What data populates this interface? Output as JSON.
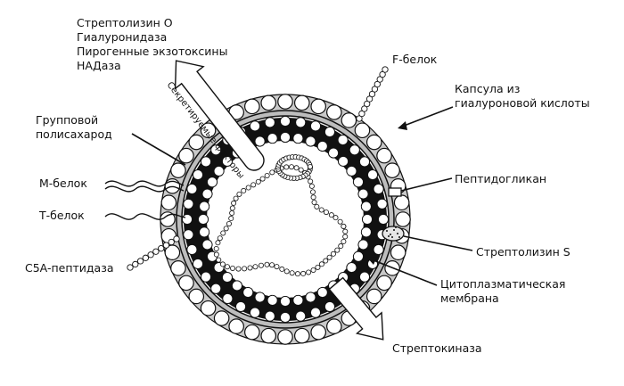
{
  "colors": {
    "outline": "#111111",
    "capsule_gray": "#c9c9c9",
    "cell_wall_gray": "#bdbdbd",
    "bead_fill": "#ffffff",
    "membrane_dark": "#111111"
  },
  "labels": {
    "toxins_line1": "Стрептолизин О",
    "toxins_line2": "Гиалуронидаза",
    "toxins_line3": "Пирогенные экзотоксины",
    "toxins_line4": "НАДаза",
    "f_protein": "F-белок",
    "capsule_line1": "Капсула из",
    "capsule_line2": "гиалуроновой кислоты",
    "group_poly_line1": "Групповой",
    "group_poly_line2": "полисахарод",
    "m_protein": "М-белок",
    "peptidoglycan": "Пептидогликан",
    "t_protein": "Т-белок",
    "streptolysin_s": "Стрептолизин S",
    "c5a_peptidase": "C5A-пептидаза",
    "cytoplasmic_line1": "Цитоплазматическая",
    "cytoplasmic_line2": "мембрана",
    "streptokinase": "Стрептокиназа",
    "secreted_factors": "Секретируемые факторы"
  },
  "icons": {
    "secreted_arrow": "outward-arrow",
    "streptokinase_arrow": "outward-arrow"
  }
}
